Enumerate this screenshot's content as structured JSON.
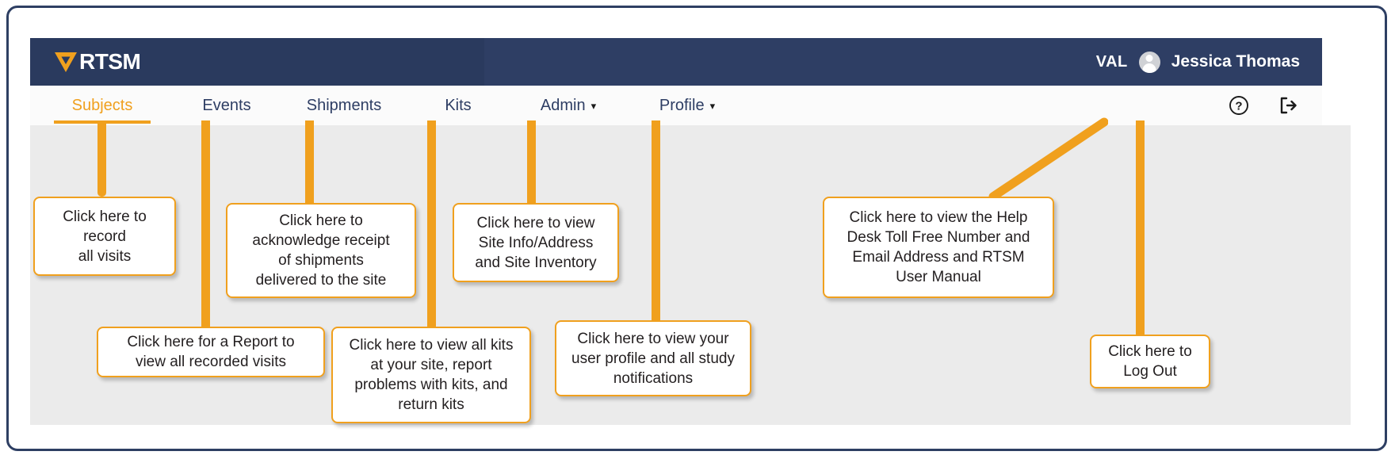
{
  "app": {
    "logo_text": "RTSM",
    "logo_icon": "veeva-v-icon"
  },
  "topbar": {
    "environment_label": "VAL",
    "user_name": "Jessica Thomas",
    "avatar_icon": "user-avatar-icon"
  },
  "nav": {
    "items": [
      {
        "label": "Subjects",
        "active": true,
        "has_caret": false
      },
      {
        "label": "Events",
        "active": false,
        "has_caret": false
      },
      {
        "label": "Shipments",
        "active": false,
        "has_caret": false
      },
      {
        "label": "Kits",
        "active": false,
        "has_caret": false
      },
      {
        "label": "Admin",
        "active": false,
        "has_caret": true
      },
      {
        "label": "Profile",
        "active": false,
        "has_caret": true
      }
    ],
    "caret_glyph": "▾",
    "icons": [
      {
        "name": "help-icon",
        "title": "Help"
      },
      {
        "name": "logout-icon",
        "title": "Log Out"
      }
    ]
  },
  "callouts": [
    {
      "id": "subjects",
      "text": "Click here to\nrecord\nall visits"
    },
    {
      "id": "events",
      "text": "Click here for a Report to\nview all recorded visits"
    },
    {
      "id": "shipments",
      "text": "Click here to\nacknowledge receipt\nof shipments\ndelivered to the site"
    },
    {
      "id": "kits",
      "text": "Click here to view all kits\nat your site, report\nproblems with kits, and\nreturn kits"
    },
    {
      "id": "admin",
      "text": "Click here to view\nSite Info/Address\nand Site Inventory"
    },
    {
      "id": "profile",
      "text": "Click here to view your\nuser profile and all study\nnotifications"
    },
    {
      "id": "help",
      "text": "Click here to view the Help\nDesk Toll Free Number and\nEmail Address and RTSM\nUser Manual"
    },
    {
      "id": "logout",
      "text": "Click here to\nLog Out"
    }
  ],
  "colors": {
    "navy": "#2e3e64",
    "orange": "#f0a01e",
    "page_grey": "#ebebeb",
    "text_dark": "#231f20"
  }
}
